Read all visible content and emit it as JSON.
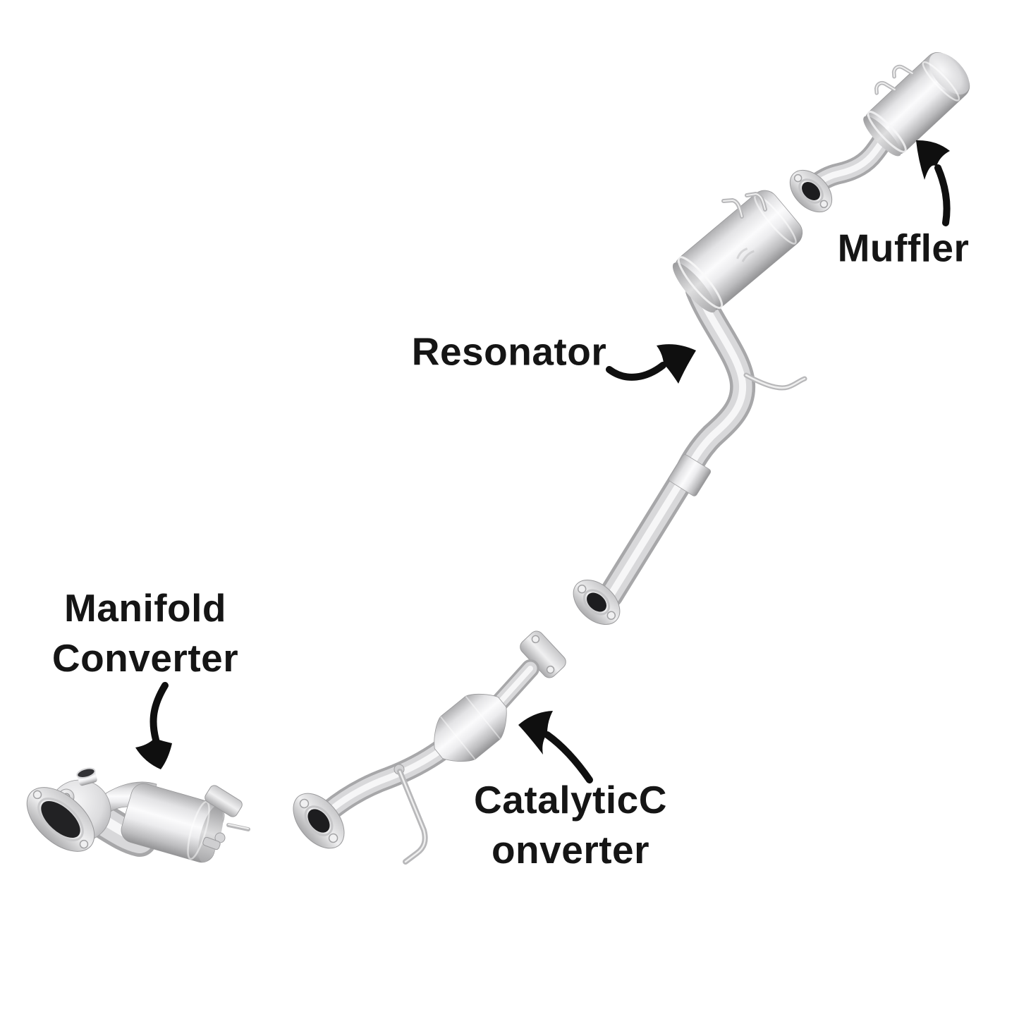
{
  "diagram": {
    "background_color": "#ffffff",
    "label_text_color": "#151515",
    "arrow_color": "#0f0f0f",
    "metal_highlight_color": "#f6f6f7",
    "metal_mid_color": "#d6d6d8",
    "metal_shadow_color": "#a2a2a4",
    "port_hole_color": "#1d1d1f",
    "labels": {
      "muffler": "Muffler",
      "resonator": "Resonator",
      "manifold_converter": {
        "line1": "Manifold",
        "line2": "Converter"
      },
      "catalytic_converter": {
        "line1": "CatalyticC",
        "line2": "onverter"
      }
    },
    "icons": {
      "arrow_to_muffler": "curved-arrow",
      "arrow_to_resonator": "curved-arrow",
      "arrow_to_manifold_converter": "curved-arrow",
      "arrow_to_catalytic_converter": "curved-arrow"
    }
  }
}
